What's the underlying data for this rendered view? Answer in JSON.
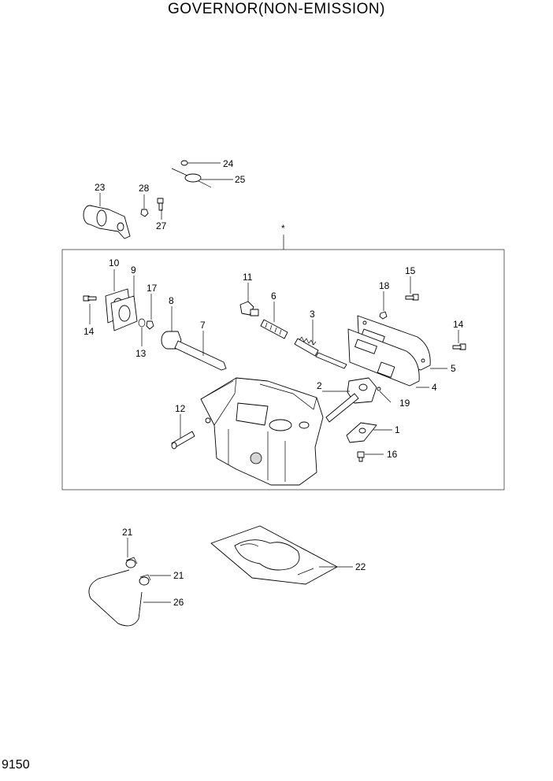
{
  "title": "GOVERNOR(NON-EMISSION)",
  "page_number": "9150",
  "assembly_marker": "*",
  "callouts": {
    "c1": "1",
    "c2": "2",
    "c3": "3",
    "c4": "4",
    "c5": "5",
    "c6": "6",
    "c7": "7",
    "c8": "8",
    "c9": "9",
    "c10": "10",
    "c11": "11",
    "c12": "12",
    "c13": "13",
    "c14a": "14",
    "c14b": "14",
    "c15": "15",
    "c16": "16",
    "c17": "17",
    "c18": "18",
    "c19": "19",
    "c21a": "21",
    "c21b": "21",
    "c22": "22",
    "c23": "23",
    "c24": "24",
    "c25": "25",
    "c26": "26",
    "c27": "27",
    "c28": "28"
  }
}
